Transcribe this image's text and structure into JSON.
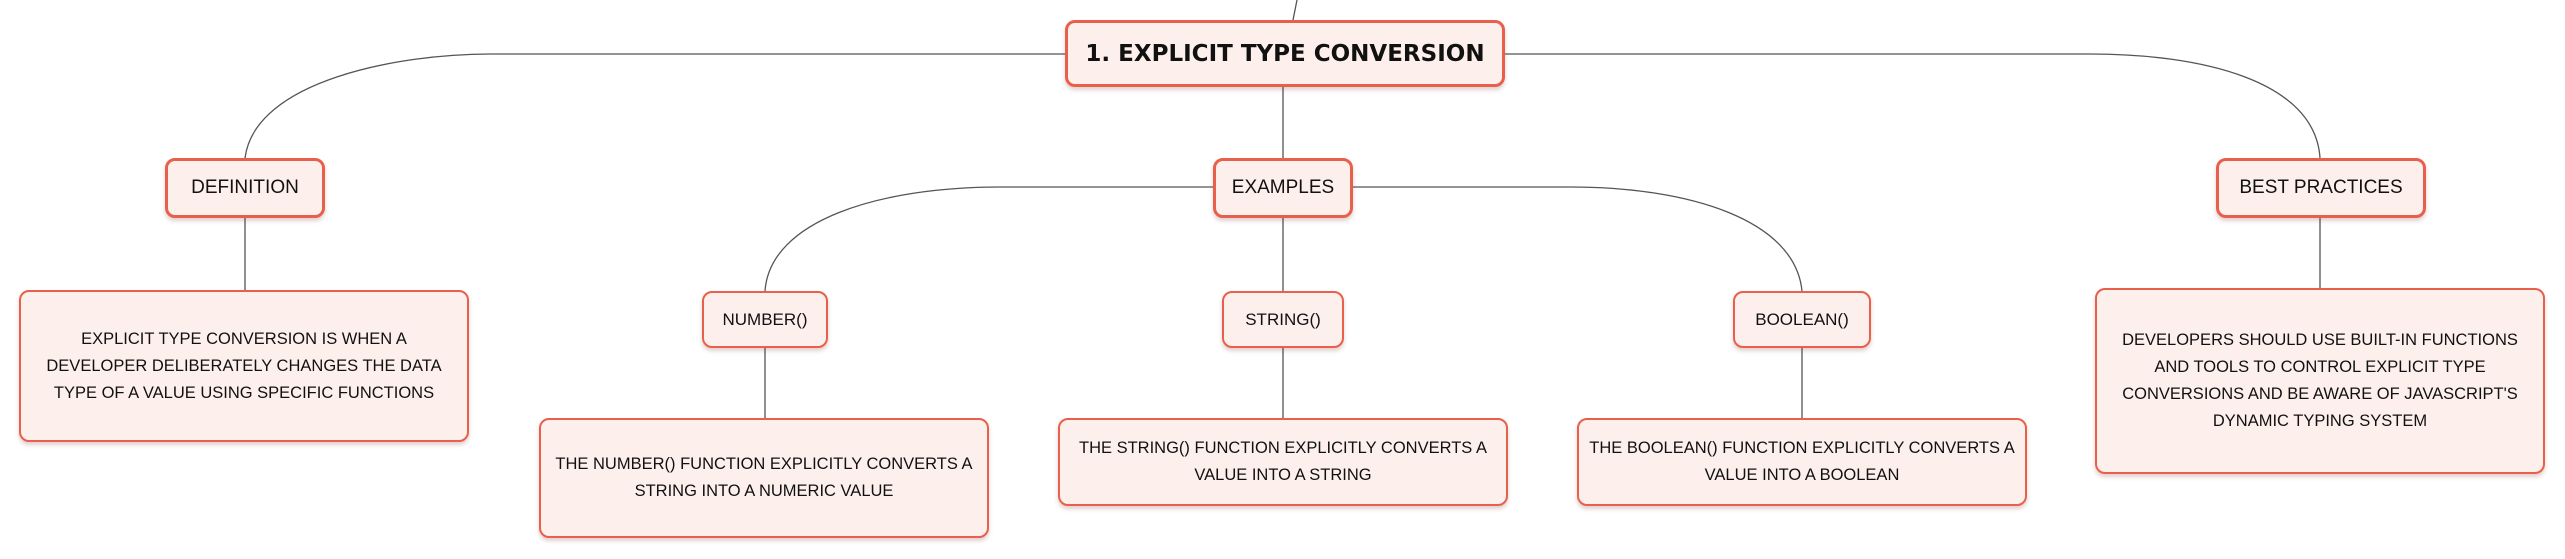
{
  "mindmap": {
    "root": {
      "label": "1. EXPLICIT TYPE CONVERSION"
    },
    "definition": {
      "label": "DEFINITION",
      "text": "EXPLICIT TYPE CONVERSION IS WHEN A DEVELOPER DELIBERATELY CHANGES THE DATA TYPE OF A VALUE USING SPECIFIC FUNCTIONS"
    },
    "examples": {
      "label": "EXAMPLES",
      "number": {
        "label": "NUMBER()",
        "text": "THE NUMBER() FUNCTION EXPLICITLY CONVERTS A STRING INTO A NUMERIC VALUE"
      },
      "string": {
        "label": "STRING()",
        "text": "THE STRING() FUNCTION EXPLICITLY CONVERTS A VALUE INTO A STRING"
      },
      "boolean": {
        "label": "BOOLEAN()",
        "text": "THE BOOLEAN() FUNCTION EXPLICITLY CONVERTS A VALUE INTO A BOOLEAN"
      }
    },
    "best_practices": {
      "label": "BEST PRACTICES",
      "text": "DEVELOPERS SHOULD USE BUILT-IN FUNCTIONS AND TOOLS TO CONTROL EXPLICIT TYPE CONVERSIONS AND BE AWARE OF JAVASCRIPT'S DYNAMIC TYPING SYSTEM"
    }
  },
  "colors": {
    "node_border": "#e8604c",
    "node_fill": "#fdf0ec",
    "connector": "#555555"
  }
}
